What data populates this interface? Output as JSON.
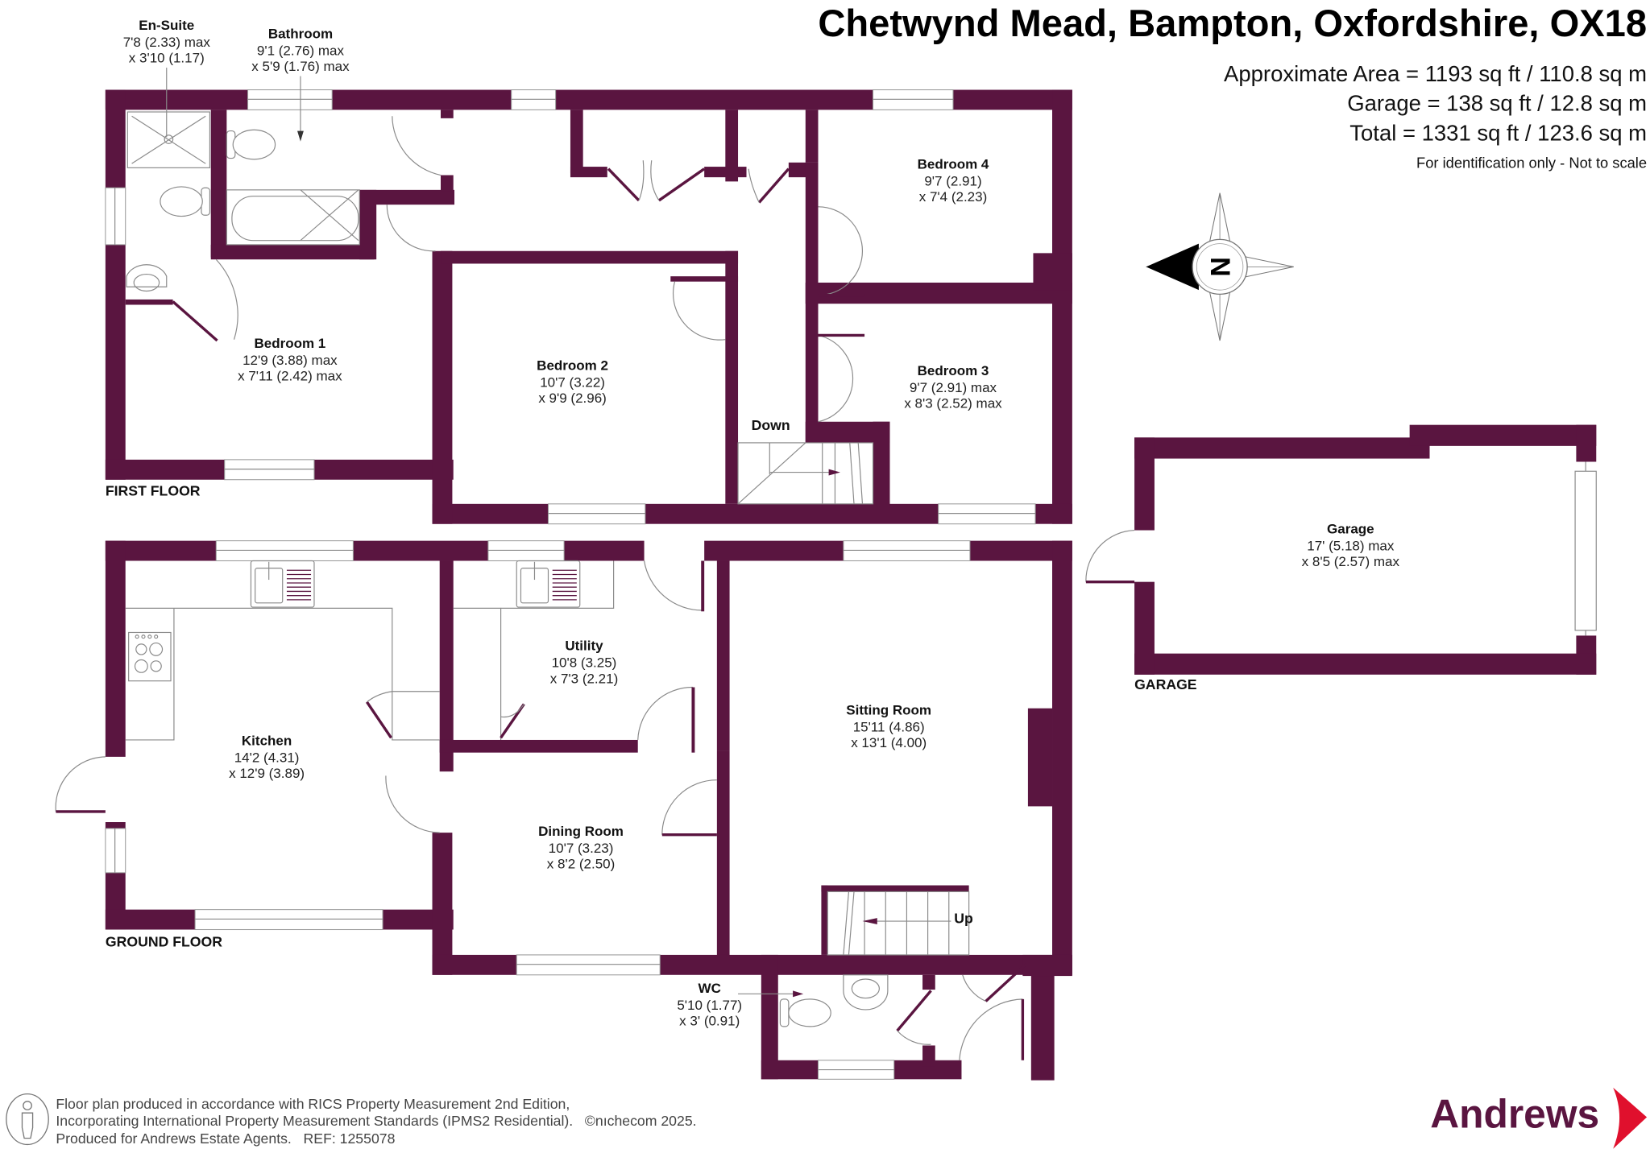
{
  "header": {
    "title": "Chetwynd Mead, Bampton, Oxfordshire, OX18",
    "area_lines": [
      "Approximate Area = 1193 sq ft / 110.8 sq m",
      "Garage = 138 sq ft / 12.8 sq m",
      "Total = 1331 sq ft / 123.6 sq m"
    ],
    "disclaimer": "For identification only - Not to scale"
  },
  "floors": {
    "first": "FIRST FLOOR",
    "ground": "GROUND FLOOR",
    "garage": "GARAGE"
  },
  "rooms": {
    "ensuite": {
      "name": "En-Suite",
      "dim1": "7'8 (2.33) max",
      "dim2": "x 3'10 (1.17)"
    },
    "bathroom": {
      "name": "Bathroom",
      "dim1": "9'1 (2.76) max",
      "dim2": "x 5'9 (1.76) max"
    },
    "bedroom1": {
      "name": "Bedroom 1",
      "dim1": "12'9 (3.88) max",
      "dim2": "x 7'11 (2.42) max"
    },
    "bedroom2": {
      "name": "Bedroom 2",
      "dim1": "10'7 (3.22)",
      "dim2": "x 9'9 (2.96)"
    },
    "bedroom3": {
      "name": "Bedroom 3",
      "dim1": "9'7 (2.91) max",
      "dim2": "x 8'3 (2.52) max"
    },
    "bedroom4": {
      "name": "Bedroom 4",
      "dim1": "9'7 (2.91)",
      "dim2": "x 7'4 (2.23)"
    },
    "garage": {
      "name": "Garage",
      "dim1": "17' (5.18) max",
      "dim2": "x 8'5 (2.57) max"
    },
    "kitchen": {
      "name": "Kitchen",
      "dim1": "14'2 (4.31)",
      "dim2": "x 12'9 (3.89)"
    },
    "utility": {
      "name": "Utility",
      "dim1": "10'8 (3.25)",
      "dim2": "x 7'3 (2.21)"
    },
    "sitting": {
      "name": "Sitting Room",
      "dim1": "15'11 (4.86)",
      "dim2": "x 13'1 (4.00)"
    },
    "dining": {
      "name": "Dining Room",
      "dim1": "10'7 (3.23)",
      "dim2": "x 8'2 (2.50)"
    },
    "wc": {
      "name": "WC",
      "dim1": "5'10 (1.77)",
      "dim2": "x 3' (0.91)"
    }
  },
  "stairs": {
    "down": "Down",
    "up": "Up"
  },
  "compass": {
    "letter": "N",
    "icon": "north-compass-icon"
  },
  "footer": {
    "lines": [
      "Floor plan produced in accordance with RICS Property Measurement 2nd Edition,",
      "Incorporating International Property Measurement Standards (IPMS2 Residential).   ©nıchecom 2025.",
      "Produced for Andrews Estate Agents.   REF: 1255078"
    ],
    "icon": "person-icon"
  },
  "brand": {
    "name": "Andrews",
    "primary": "#5a1540",
    "accent": "#e0102d"
  },
  "colors": {
    "wall": "#5a1540",
    "fixture_line": "#8a8a8a"
  }
}
